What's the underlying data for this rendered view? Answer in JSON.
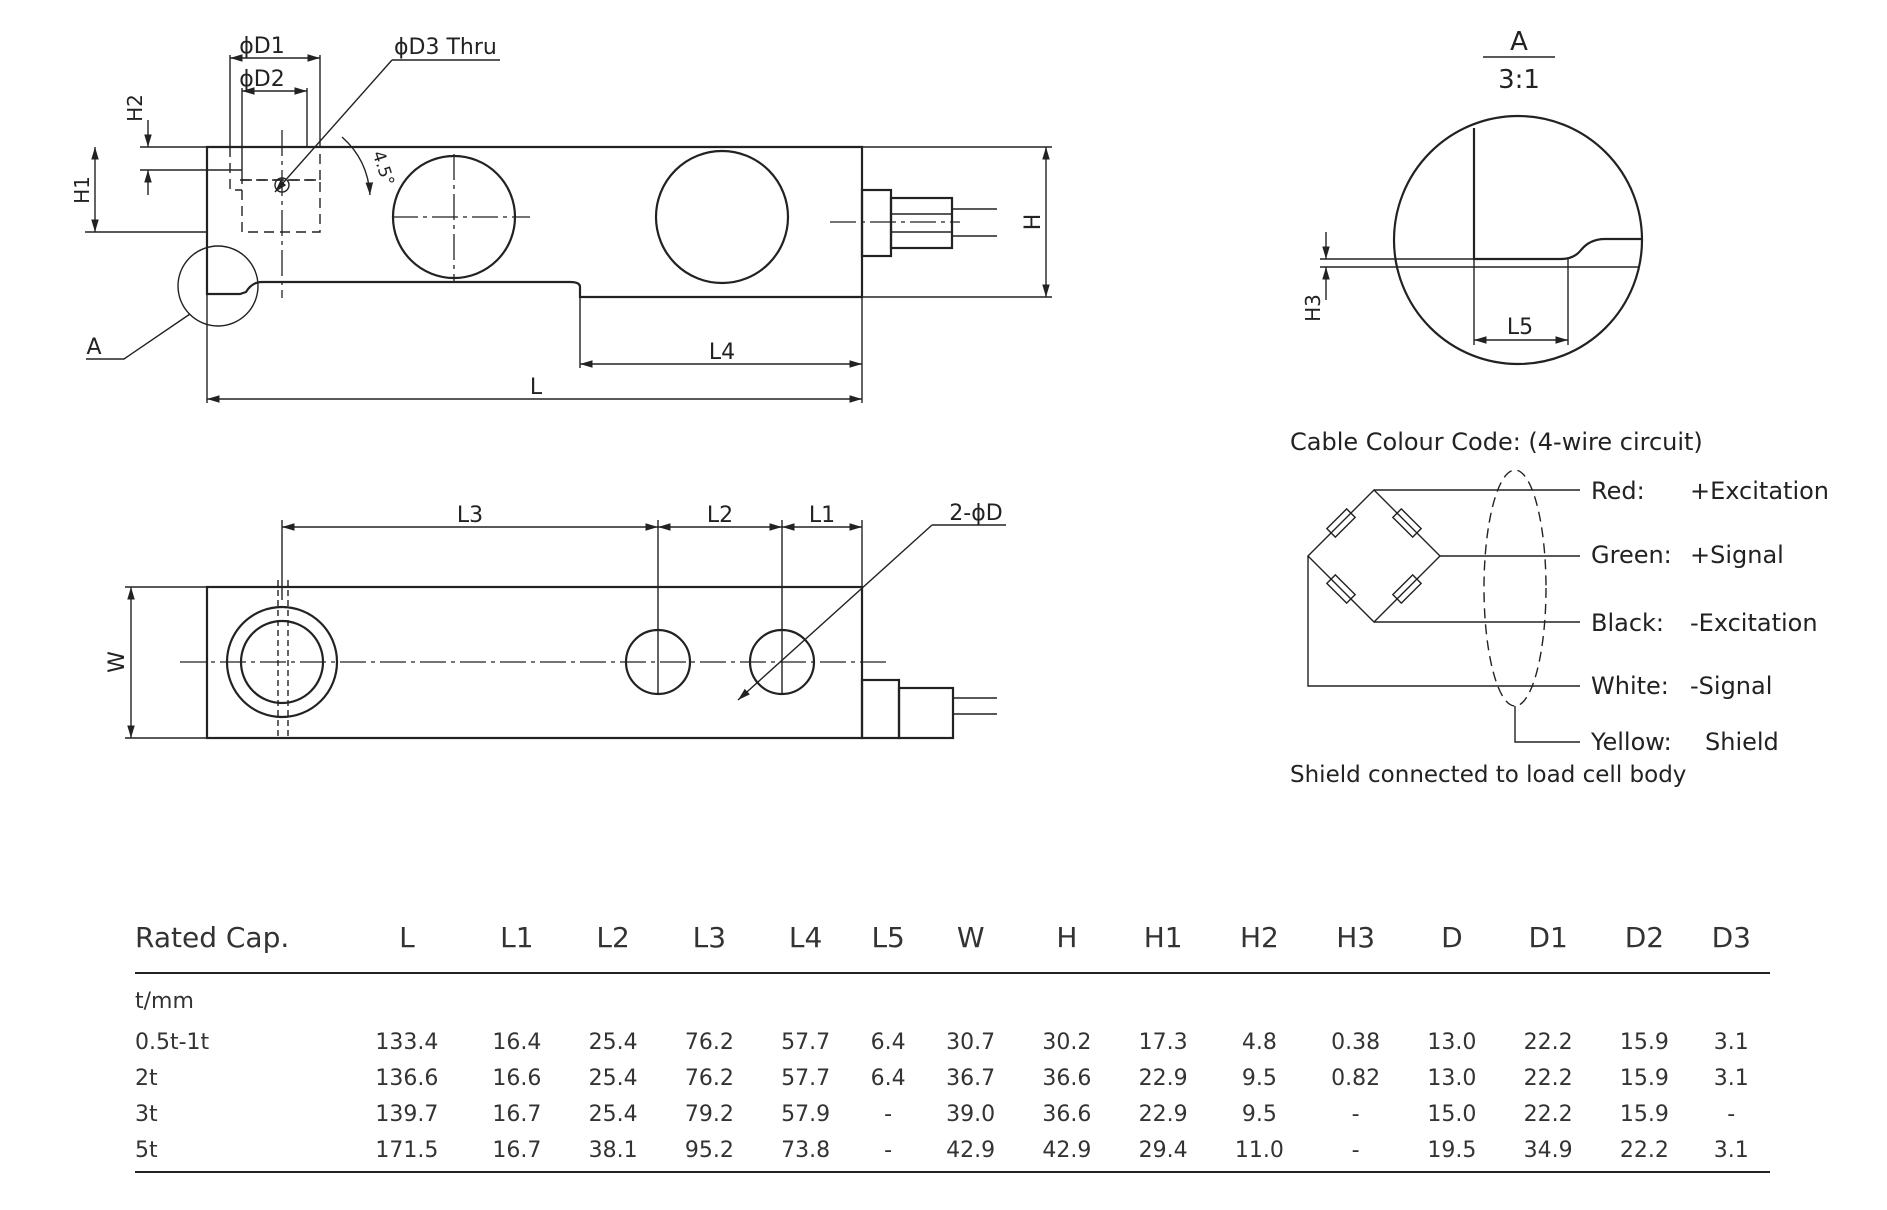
{
  "side_view": {
    "labels": {
      "d1": "ϕD1",
      "d2": "ϕD2",
      "d3": "ϕD3 Thru",
      "h2": "H2",
      "h1": "H1",
      "angle": "4.5°",
      "h": "H",
      "a": "A",
      "l4": "L4",
      "l": "L"
    }
  },
  "top_view": {
    "labels": {
      "l3": "L3",
      "l2": "L2",
      "l1": "L1",
      "two_d": "2-ϕD",
      "w": "W"
    }
  },
  "detail": {
    "label": "A",
    "scale": "3:1",
    "h3": "H3",
    "l5": "L5"
  },
  "cable": {
    "title": "Cable Colour Code: (4-wire circuit)",
    "wires": [
      {
        "color": "Red:",
        "function": "+Excitation"
      },
      {
        "color": "Green:",
        "function": "+Signal"
      },
      {
        "color": "Black:",
        "function": "-Excitation"
      },
      {
        "color": "White:",
        "function": "-Signal"
      },
      {
        "color": "Yellow:",
        "function": "Shield"
      }
    ],
    "note": "Shield connected to load cell body"
  },
  "table": {
    "headers": [
      "Rated Cap.",
      "L",
      "L1",
      "L2",
      "L3",
      "L4",
      "L5",
      "W",
      "H",
      "H1",
      "H2",
      "H3",
      "D",
      "D1",
      "D2",
      "D3"
    ],
    "unit": "t/mm",
    "rows": [
      [
        "0.5t-1t",
        "133.4",
        "16.4",
        "25.4",
        "76.2",
        "57.7",
        "6.4",
        "30.7",
        "30.2",
        "17.3",
        "4.8",
        "0.38",
        "13.0",
        "22.2",
        "15.9",
        "3.1"
      ],
      [
        "2t",
        "136.6",
        "16.6",
        "25.4",
        "76.2",
        "57.7",
        "6.4",
        "36.7",
        "36.6",
        "22.9",
        "9.5",
        "0.82",
        "13.0",
        "22.2",
        "15.9",
        "3.1"
      ],
      [
        "3t",
        "139.7",
        "16.7",
        "25.4",
        "79.2",
        "57.9",
        "-",
        "39.0",
        "36.6",
        "22.9",
        "9.5",
        "-",
        "15.0",
        "22.2",
        "15.9",
        "-"
      ],
      [
        "5t",
        "171.5",
        "16.7",
        "38.1",
        "95.2",
        "73.8",
        "-",
        "42.9",
        "42.9",
        "29.4",
        "11.0",
        "-",
        "19.5",
        "34.9",
        "22.2",
        "3.1"
      ]
    ]
  }
}
